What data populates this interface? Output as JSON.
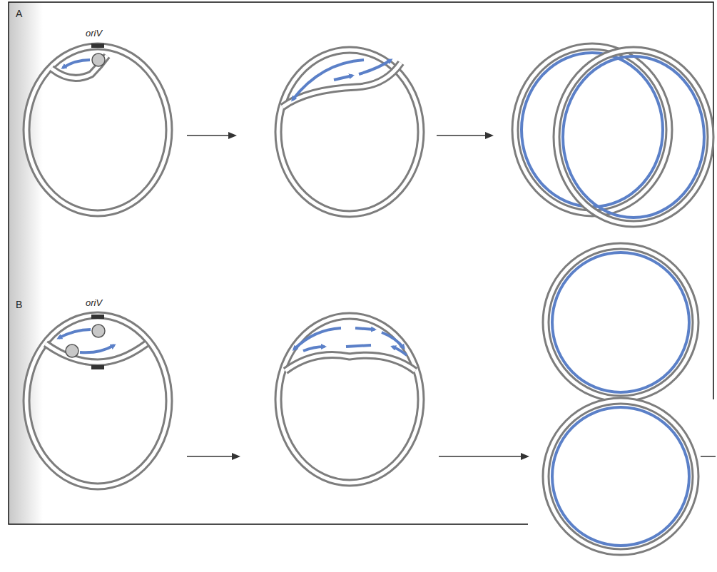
{
  "diagram": {
    "labels": [
      "A",
      "oriV",
      "B",
      "oriV"
    ]
  }
}
